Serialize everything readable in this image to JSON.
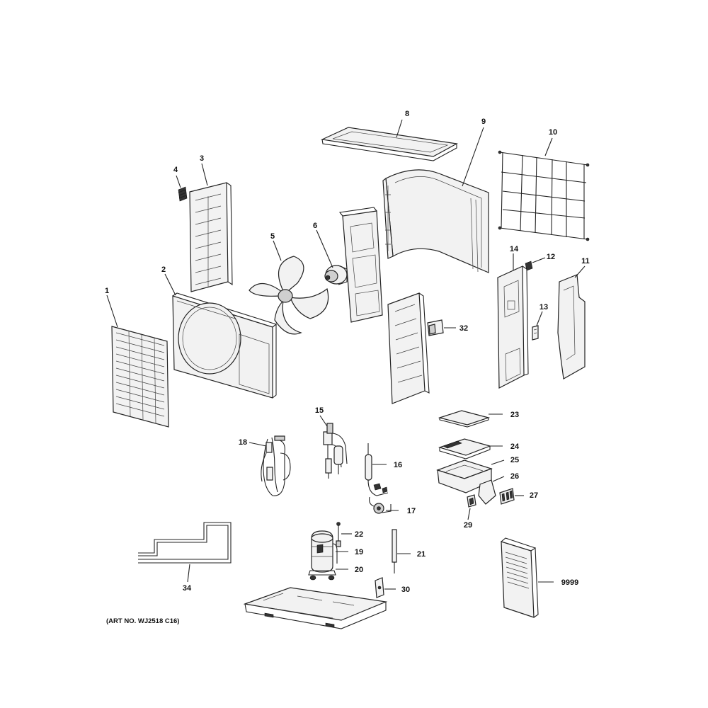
{
  "art_number": "(ART NO. WJ2518 C16)",
  "callouts": {
    "p1": "1",
    "p2": "2",
    "p3": "3",
    "p4": "4",
    "p5": "5",
    "p6": "6",
    "p8": "8",
    "p9": "9",
    "p10": "10",
    "p11": "11",
    "p12": "12",
    "p13": "13",
    "p14": "14",
    "p15": "15",
    "p16": "16",
    "p17": "17",
    "p18": "18",
    "p19": "19",
    "p20": "20",
    "p21": "21",
    "p22": "22",
    "p23": "23",
    "p24": "24",
    "p25": "25",
    "p26": "26",
    "p27": "27",
    "p29": "29",
    "p30": "30",
    "p32": "32",
    "p34": "34",
    "p9999": "9999"
  }
}
